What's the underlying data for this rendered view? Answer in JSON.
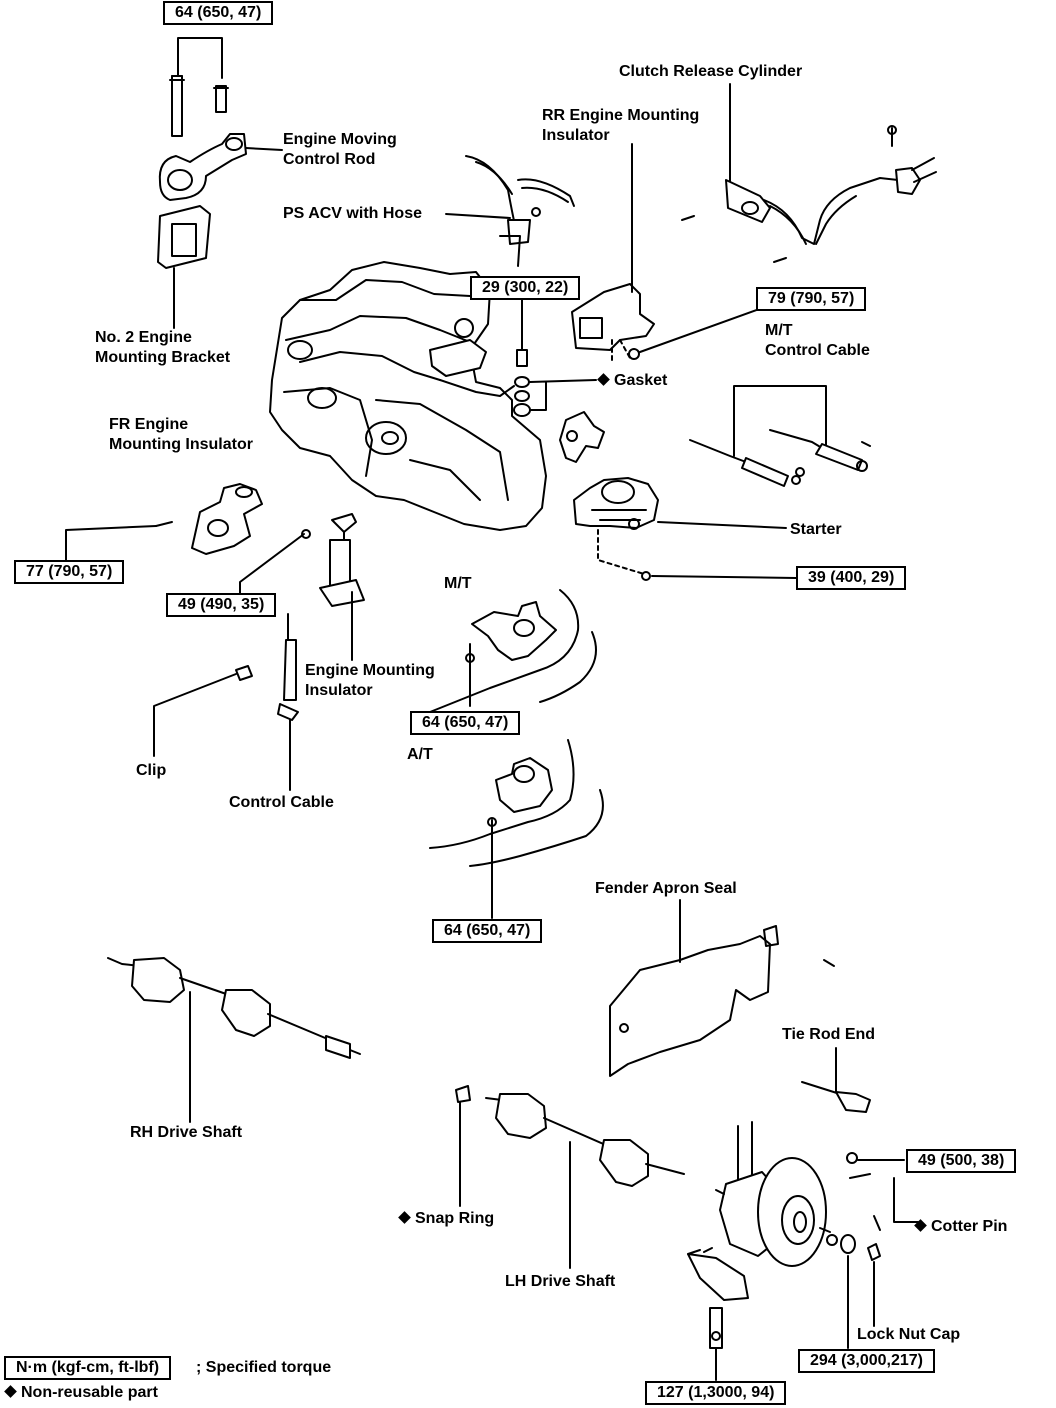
{
  "torque_boxes": {
    "t_top_bolts": "64 (650, 47)",
    "t_acv_bolt": "29 (300, 22)",
    "t_rr_insulator": "79 (790, 57)",
    "t_fr_insulator": "77 (790, 57)",
    "t_engine_mount": "49 (490, 35)",
    "t_starter": "39 (400, 29)",
    "t_mt_mount": "64 (650, 47)",
    "t_at_mount": "64 (650, 47)",
    "t_tie_rod": "49 (500, 38)",
    "t_lock_nut": "294 (3,000,217)",
    "t_lower_arm": "127 (1,3000, 94)"
  },
  "labels": {
    "engine_moving_control_rod": "Engine Moving\nControl Rod",
    "clutch_release_cylinder": "Clutch Release Cylinder",
    "rr_engine_mounting_insulator": "RR Engine Mounting\nInsulator",
    "ps_acv_with_hose": "PS ACV with Hose",
    "no2_engine_mounting_bracket": "No. 2 Engine\nMounting Bracket",
    "mt_control_cable": "M/T\nControl Cable",
    "gasket": "Gasket",
    "fr_engine_mounting_insulator": "FR Engine\nMounting Insulator",
    "starter": "Starter",
    "mt": "M/T",
    "engine_mounting_insulator": "Engine Mounting\nInsulator",
    "clip": "Clip",
    "control_cable": "Control Cable",
    "at": "A/T",
    "fender_apron_seal": "Fender Apron Seal",
    "tie_rod_end": "Tie Rod End",
    "rh_drive_shaft": "RH Drive Shaft",
    "snap_ring": "Snap Ring",
    "cotter_pin": "Cotter Pin",
    "lh_drive_shaft": "LH Drive Shaft",
    "lock_nut_cap": "Lock Nut Cap"
  },
  "legend": {
    "unit_box": "N·m (kgf-cm, ft-lbf)",
    "unit_text": "; Specified torque",
    "nonreusable_text": "Non-reusable part"
  },
  "colors": {
    "line": "#000000",
    "background": "#ffffff"
  }
}
